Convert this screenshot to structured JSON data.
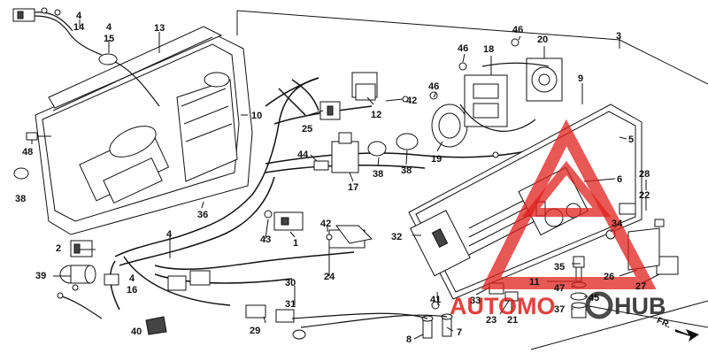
{
  "callouts": {
    "c4a": "4",
    "c14": "14",
    "c4b": "4",
    "c15": "15",
    "c13": "13",
    "c10": "10",
    "c48": "48",
    "c38a": "38",
    "c36": "36",
    "c2": "2",
    "c39": "39",
    "c4c": "4",
    "c16": "16",
    "c40": "40",
    "c4d": "4",
    "c43": "43",
    "c1": "1",
    "c42a": "42",
    "c24": "24",
    "c30": "30",
    "c31": "31",
    "c29": "29",
    "c12": "12",
    "c25": "25",
    "c42b": "42",
    "c46a": "46",
    "c44": "44",
    "c17": "17",
    "c38b": "38",
    "c38c": "38",
    "c19": "19",
    "c46b": "46",
    "c18": "18",
    "c46c": "46",
    "c20": "20",
    "c3": "3",
    "c9": "9",
    "c5": "5",
    "c6": "6",
    "c28": "28",
    "c22": "22",
    "c34": "34",
    "c32": "32",
    "c35": "35",
    "c11": "11",
    "c47": "47",
    "c26": "26",
    "c27": "27",
    "c45": "45",
    "c37": "37",
    "c41": "41",
    "c33": "33",
    "c23": "23",
    "c21": "21",
    "c8": "8",
    "c7": "7"
  },
  "watermark": {
    "text_left": "AUTOMO",
    "text_right": "HUB",
    "logo_color": "#e0201c",
    "text_color": "#2d2d2d"
  },
  "direction_label": "FR."
}
